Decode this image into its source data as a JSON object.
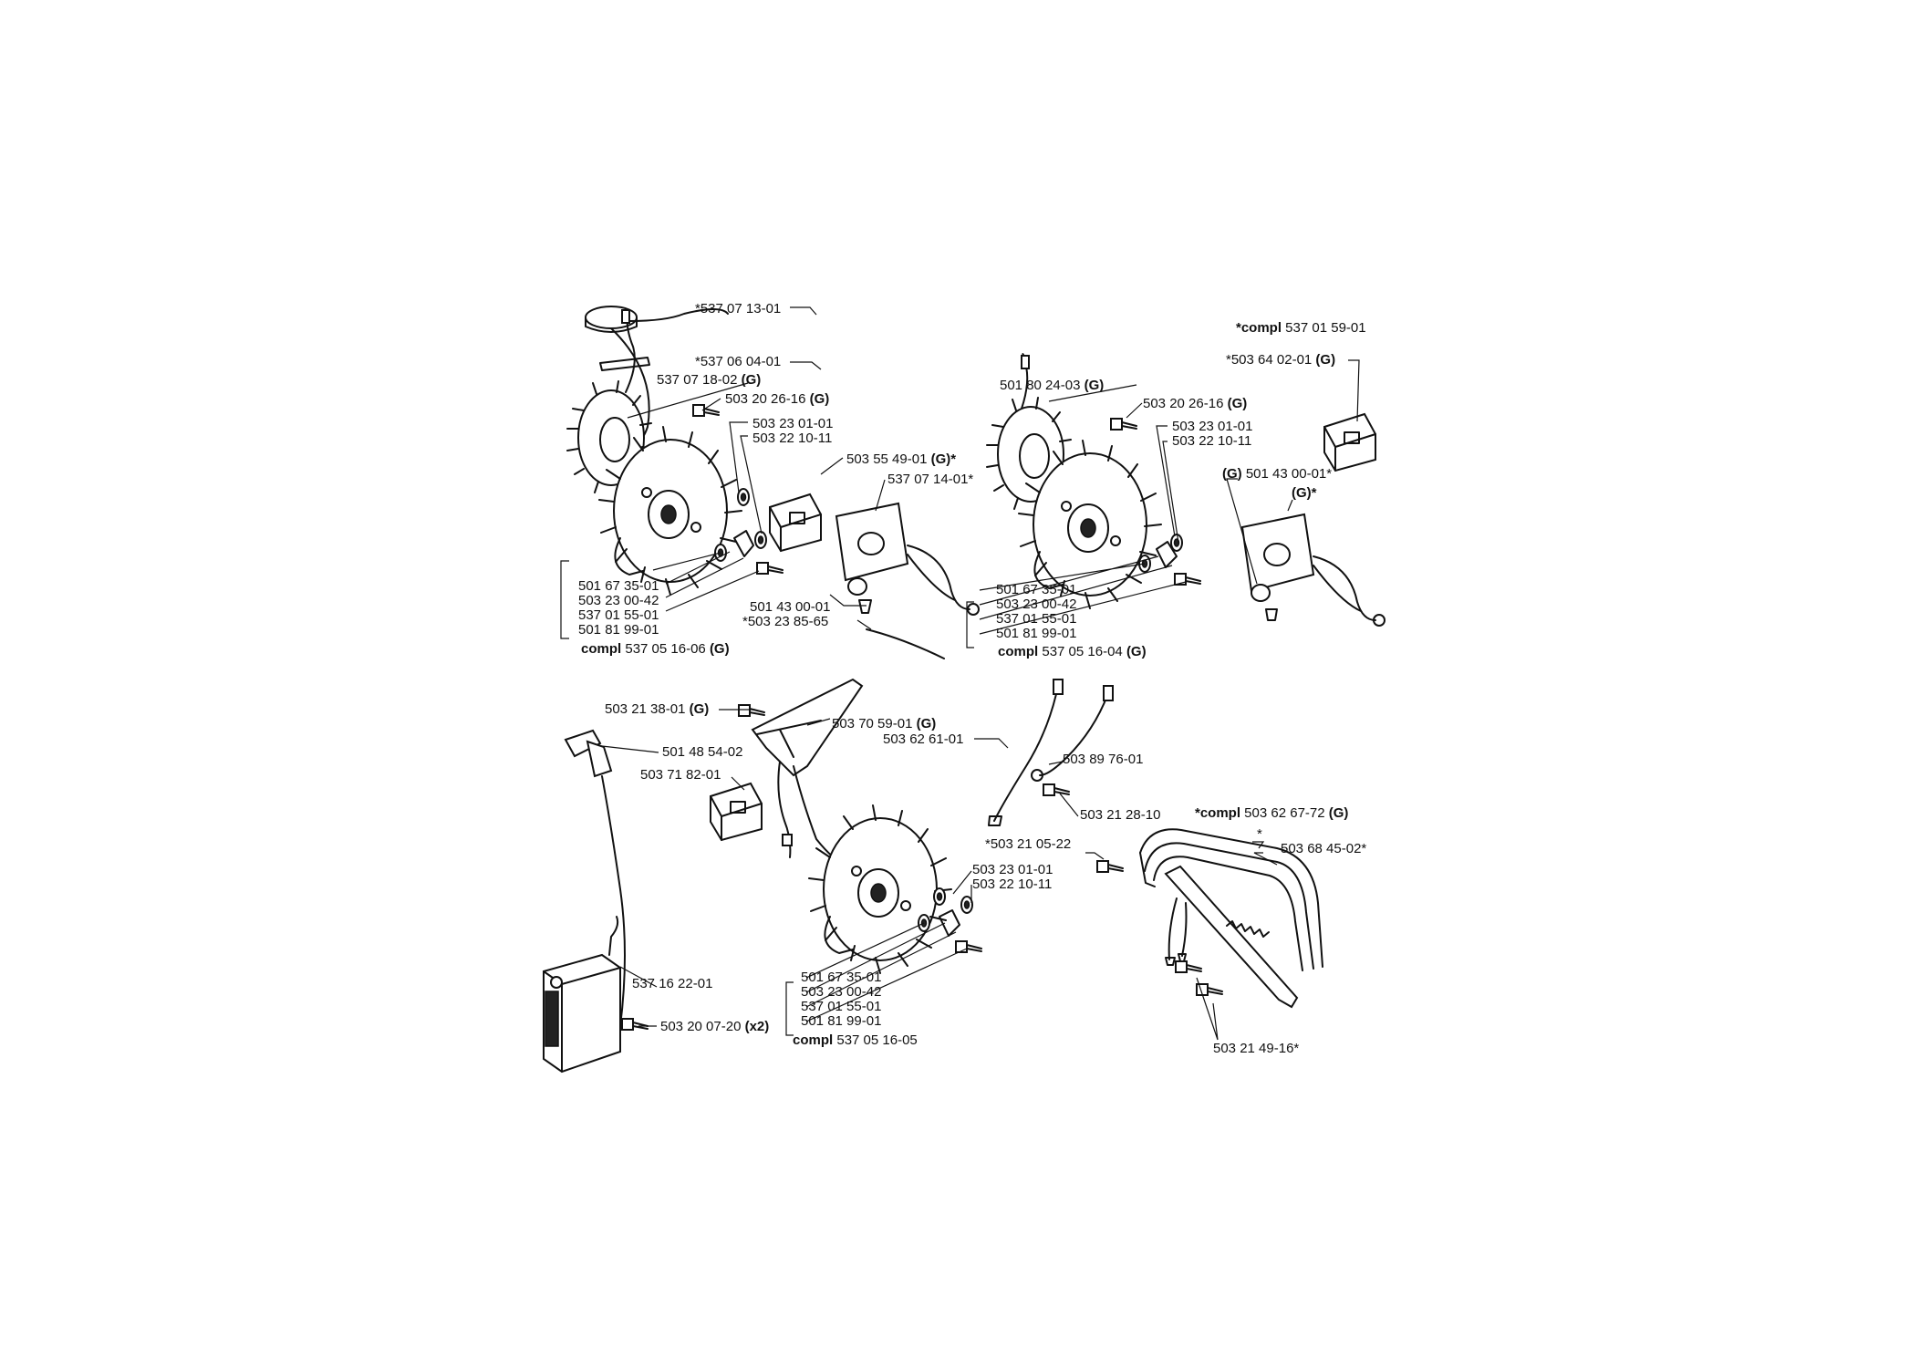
{
  "groups": {
    "top_left": {
      "labels": [
        {
          "text": "*537 07 13-01",
          "bold": ""
        },
        {
          "text": "*537 06 04-01",
          "bold": ""
        },
        {
          "text": "537 07 18-02 ",
          "bold": "(G)"
        },
        {
          "text": "503 20 26-16 ",
          "bold": "(G)"
        },
        {
          "text": "503 23 01-01",
          "bold": ""
        },
        {
          "text": "503 22 10-11",
          "bold": ""
        },
        {
          "text": "503 55 49-01 ",
          "bold": "(G)*"
        },
        {
          "text": "537 07 14-01*",
          "bold": ""
        },
        {
          "text": "501 43 00-01",
          "bold": ""
        },
        {
          "text": "*503 23 85-65",
          "bold": ""
        },
        {
          "text": "501 67 35-01",
          "bold": ""
        },
        {
          "text": "503 23 00-42",
          "bold": ""
        },
        {
          "text": "537 01 55-01",
          "bold": ""
        },
        {
          "text": "501 81 99-01",
          "bold": ""
        }
      ],
      "compl": {
        "prefix": "compl",
        "text": " 537 05 16-06 ",
        "bold": "(G)"
      }
    },
    "top_middle": {
      "labels": [
        {
          "text": "501 80 24-03 ",
          "bold": "(G)"
        },
        {
          "text": "503 20 26-16 ",
          "bold": "(G)"
        },
        {
          "text": "503 23 01-01",
          "bold": ""
        },
        {
          "text": "503 22 10-11",
          "bold": ""
        },
        {
          "text": "501 67 35-01",
          "bold": ""
        },
        {
          "text": "503 23 00-42",
          "bold": ""
        },
        {
          "text": "537 01 55-01",
          "bold": ""
        },
        {
          "text": "501 81 99-01",
          "bold": ""
        }
      ],
      "compl": {
        "prefix": "compl",
        "text": " 537 05 16-04 ",
        "bold": "(G)"
      }
    },
    "top_right": {
      "compl": {
        "prefix": "*compl",
        "text": " 537 01 59-01",
        "bold": ""
      },
      "labels": [
        {
          "text": "*503 64 02-01 ",
          "bold": "(G)"
        },
        {
          "text": " 501 43 00-01*",
          "bold": "(G)"
        },
        {
          "text": "",
          "bold": "(G)*"
        }
      ]
    },
    "bottom_left": {
      "labels": [
        {
          "text": "503 21 38-01 ",
          "bold": "(G)"
        },
        {
          "text": "503 70 59-01 ",
          "bold": "(G)"
        },
        {
          "text": "501 48 54-02",
          "bold": ""
        },
        {
          "text": "503 71 82-01",
          "bold": ""
        },
        {
          "text": "537 16 22-01",
          "bold": ""
        },
        {
          "text": "503 20 07-20 ",
          "bold": "(x2)"
        }
      ]
    },
    "bottom_middle": {
      "labels": [
        {
          "text": "503 62 61-01",
          "bold": ""
        },
        {
          "text": "503 89 76-01",
          "bold": ""
        },
        {
          "text": "503 21 28-10",
          "bold": ""
        },
        {
          "text": "503 23 01-01",
          "bold": ""
        },
        {
          "text": "503 22 10-11",
          "bold": ""
        },
        {
          "text": "501 67 35-01",
          "bold": ""
        },
        {
          "text": "503 23 00-42",
          "bold": ""
        },
        {
          "text": "537 01 55-01",
          "bold": ""
        },
        {
          "text": "501 81 99-01",
          "bold": ""
        }
      ],
      "compl": {
        "prefix": "compl",
        "text": " 537 05 16-05",
        "bold": ""
      }
    },
    "bottom_right": {
      "compl": {
        "prefix": "*compl",
        "text": " 503 62 67-72 ",
        "bold": "(G)"
      },
      "labels": [
        {
          "text": "*",
          "bold": ""
        },
        {
          "text": "*503 21 05-22",
          "bold": ""
        },
        {
          "text": "503 68 45-02*",
          "bold": ""
        },
        {
          "text": "503 21 49-16*",
          "bold": ""
        }
      ]
    }
  }
}
